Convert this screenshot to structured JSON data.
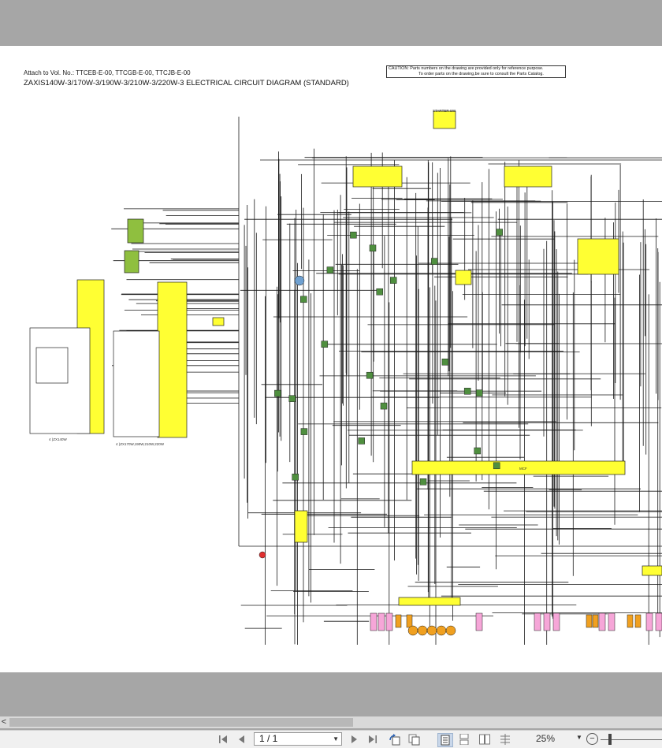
{
  "document": {
    "attach_line": "Attach to Vol. No.: TTCEB-E-00, TTCGB-E-00, TTCJB-E-00",
    "title": "ZAXIS140W-3/170W-3/190W-3/210W-3/220W-3 ELECTRICAL CIRCUIT DIAGRAM (STANDARD)",
    "caution_line1": "CAUTION: Parts numbers on the drawing are provided only for reference purpose.",
    "caution_line2": "To order parts on the drawing,be sure to consult the Parts Catalog.",
    "labels": {
      "starter_sw": "STARTER SW",
      "model_140": "4 )ZX140W",
      "model_others": "4 )ZX170W,190W,210W,220W",
      "mcf": "MCF"
    },
    "colors": {
      "connector_yellow": "#ffff33",
      "relay_green": "#8fbf3f",
      "pink_part": "#f6a6d8",
      "orange_part": "#f0a020",
      "wire": "#1a1a1a"
    }
  },
  "viewer": {
    "page_indicator": "1 / 1",
    "zoom": "25%",
    "scroll_left_glyph": "<",
    "icons": [
      "first-page-icon",
      "prev-page-icon",
      "next-page-icon",
      "last-page-icon",
      "rotate-icon",
      "copy-icon",
      "single-page-icon",
      "continuous-icon",
      "facing-icon",
      "facing-continuous-icon",
      "zoom-out-icon"
    ]
  }
}
